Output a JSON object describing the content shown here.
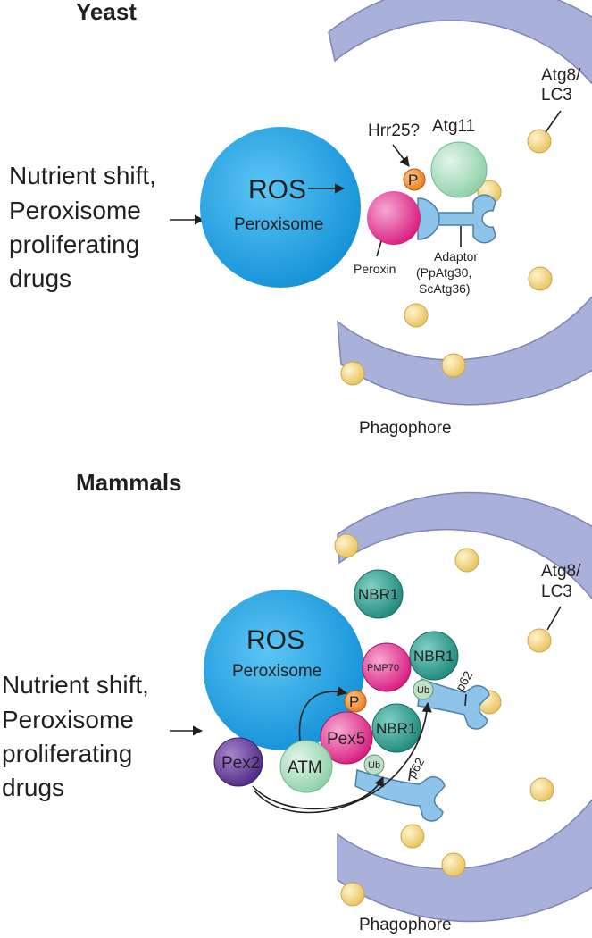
{
  "yeast": {
    "heading": "Yeast",
    "stimulus": [
      "Nutrient shift,",
      "Peroxisome",
      "proliferating",
      "drugs"
    ],
    "ros": "ROS",
    "peroxisome": "Peroxisome",
    "hrr25": "Hrr25?",
    "p": "P",
    "atg11": "Atg11",
    "peroxin": "Peroxin",
    "adaptor": [
      "Adaptor",
      "(PpAtg30,",
      "ScAtg36)"
    ],
    "atg8": [
      "Atg8/",
      "LC3"
    ],
    "phagophore": "Phagophore"
  },
  "mammals": {
    "heading": "Mammals",
    "stimulus": [
      "Nutrient shift,",
      "Peroxisome",
      "proliferating",
      "drugs"
    ],
    "ros": "ROS",
    "peroxisome": "Peroxisome",
    "nbr1": "NBR1",
    "pmp70": "PMP70",
    "p": "P",
    "pex5": "Pex5",
    "pex2": "Pex2",
    "atm": "ATM",
    "ub": "Ub",
    "p62": "p62",
    "atg8": [
      "Atg8/",
      "LC3"
    ],
    "phagophore": "Phagophore"
  },
  "colors": {
    "phagophore": "#a9b0da",
    "peroxisome": "#1fa0e2",
    "lc3": "#f2d687",
    "adaptor": "#8ec4ea",
    "peroxin": "#e0378f",
    "phospho": "#f08a2c",
    "atg11": "#9ed9b6",
    "nbr1": "#2e9e8f",
    "pex2": "#6a3d98",
    "atm": "#bfe3c8",
    "ub": "#bfe0c6"
  }
}
